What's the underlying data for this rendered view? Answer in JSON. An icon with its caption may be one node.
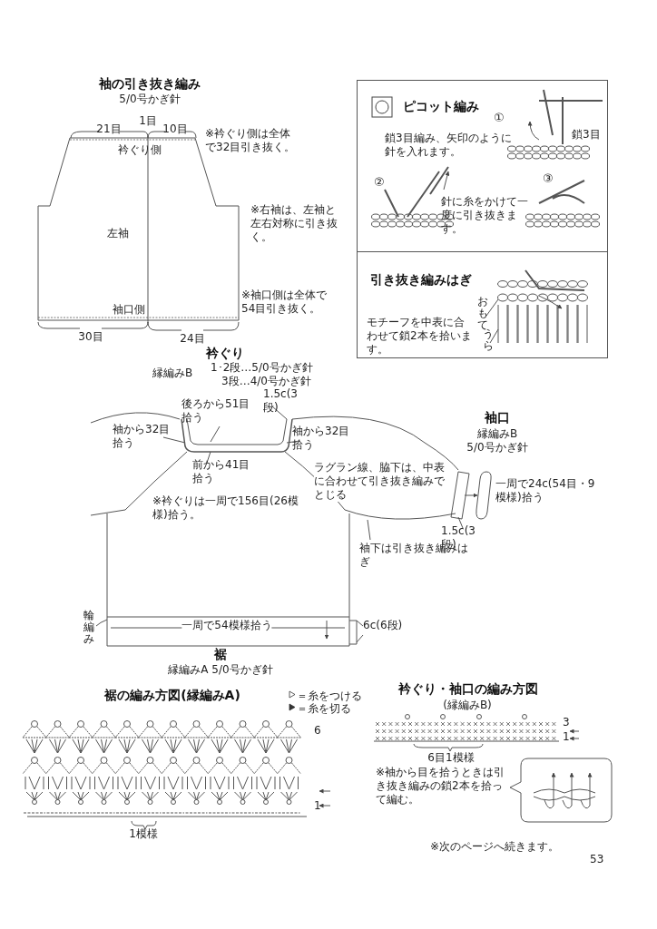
{
  "diagram": {
    "nodes": [
      {
        "text": [
          "ピコット編み",
          "①",
          "鎖3目",
          "鎖3目編み、矢印のように針を入れます。",
          "②",
          "針に糸をかけて一度に引き抜きます。",
          "③"
        ]
      },
      {
        "text": [
          "引き抜き編みはぎ",
          "おもて",
          "うら",
          "モチーフを中表に合わせて鎖2本を拾います。"
        ]
      },
      {
        "text": [
          "衿ぐり側",
          "左袖",
          "袖口側"
        ]
      },
      {
        "text": [],
        "shape": "box"
      }
    ],
    "edges": [],
    "labels": [
      "袖の引き抜き編み",
      "5/0号かぎ針",
      "1目",
      "21目",
      "10目",
      "※衿ぐり側は全体で32目引き抜く。",
      "※右袖は、左袖と左右対称に引き抜く。",
      "※袖口側は全体で54目引き抜く。",
      "30目",
      "24目",
      "衿ぐり",
      "縁編みB",
      "1･2段…5/0号かぎ針",
      "3段…4/0号かぎ針",
      "1.5c(3段)",
      "後ろから51目拾う",
      "袖から32目拾う",
      "袖から32目拾う",
      "前から41目拾う",
      "ラグラン線、脇下は、中表に合わせて引き抜き編みでとじる",
      "※衿ぐりは一周で156目(26模様)拾う。",
      "袖口",
      "縁編みB",
      "5/0号かぎ針",
      "一周で24c(54目・9模様)拾う",
      "1.5c(3段)",
      "袖下は引き抜き編みはぎ",
      "輪編み",
      "一周で54模様拾う",
      "6c(6段)",
      "裾",
      "縁編みA 5/0号かぎ針",
      "裾の編み方図(縁編みA)",
      "6",
      "1",
      "1模様",
      "衿ぐり・袖口の編み方図",
      "(縁編みB)",
      "3",
      "1",
      "6目1模様",
      "※袖から目を拾うときは引き抜き編みの鎖2本を拾って編む。",
      "※次のページへ続きます。",
      "53"
    ],
    "legend": [
      {
        "text": "＝糸をつける"
      },
      {
        "text": "＝糸を切る"
      }
    ]
  }
}
